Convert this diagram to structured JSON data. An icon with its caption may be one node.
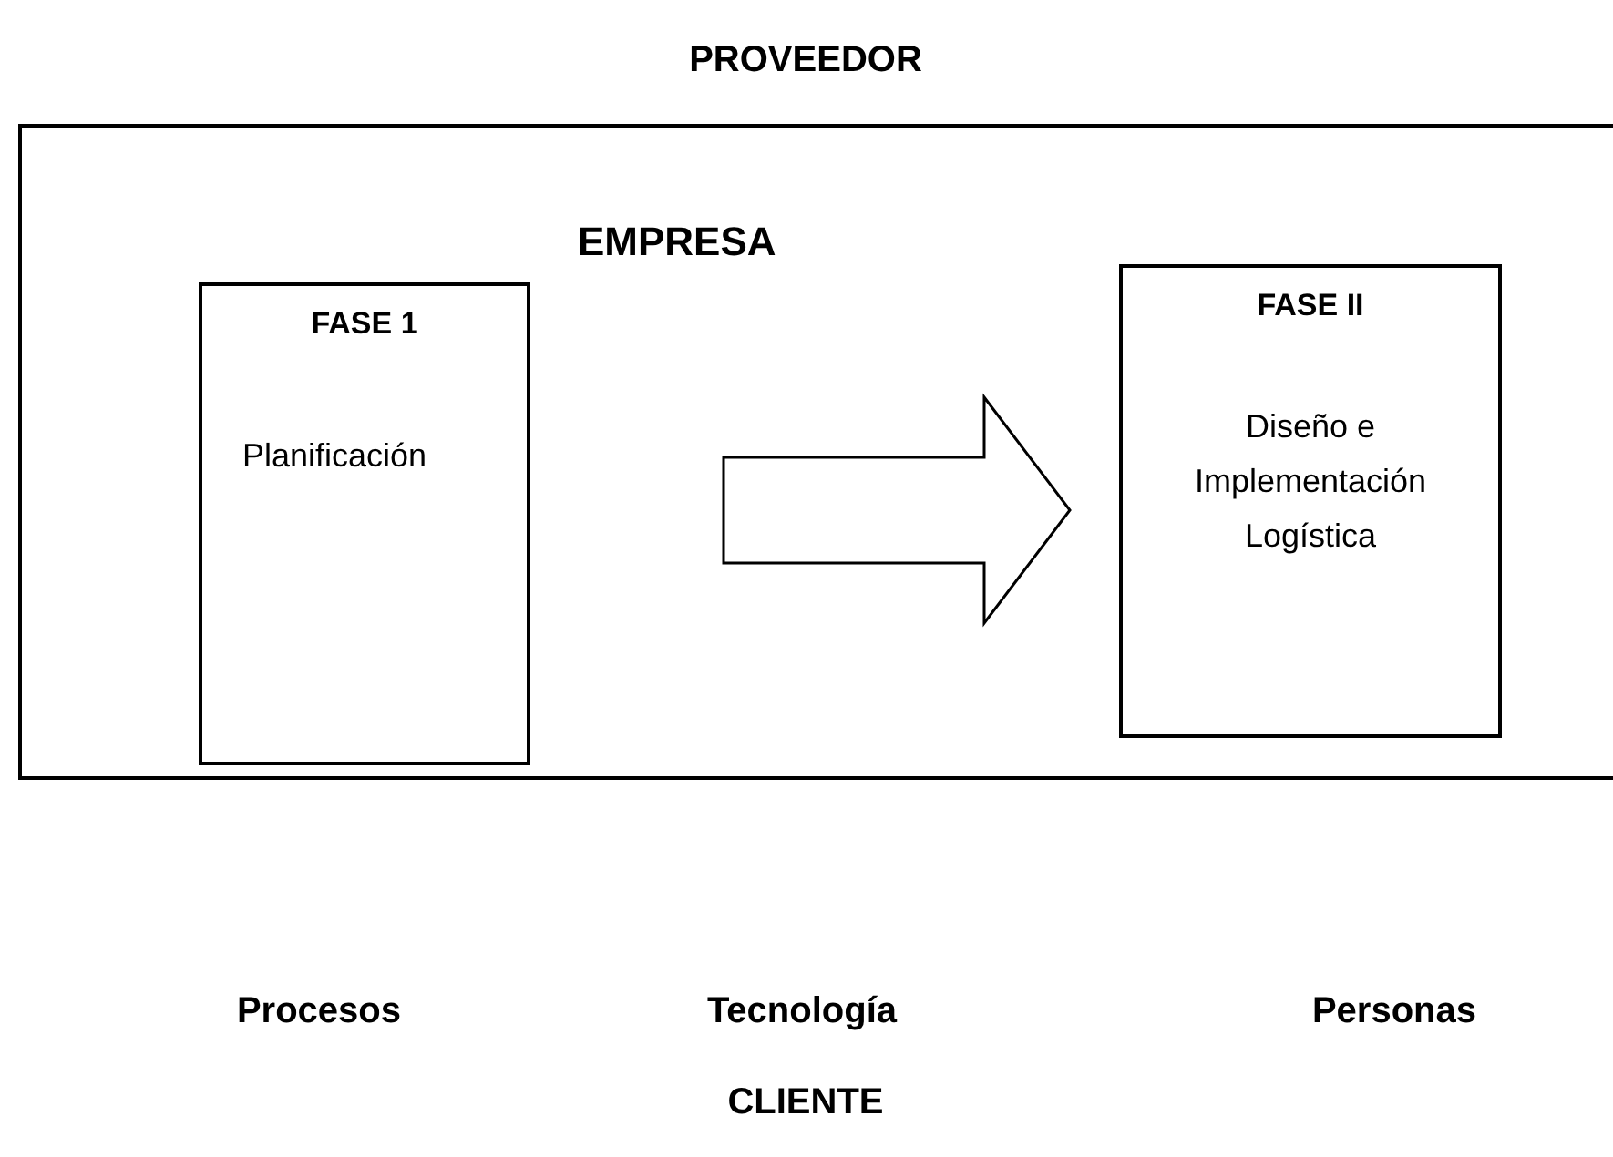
{
  "diagram": {
    "nodes": [
      {
        "text": [
          "EMPRESA"
        ]
      },
      {
        "text": [
          "FASE 1",
          "Planificación"
        ],
        "in": 0
      },
      {
        "text": [
          "FASE II",
          "Diseño e Implementación Logística"
        ],
        "in": 0
      }
    ],
    "edges": [
      {
        "from": 1,
        "to": 2,
        "arrow": "to"
      }
    ],
    "labels": [
      "PROVEEDOR",
      "Procesos",
      "Tecnología",
      "Personas",
      "CLIENTE"
    ]
  }
}
